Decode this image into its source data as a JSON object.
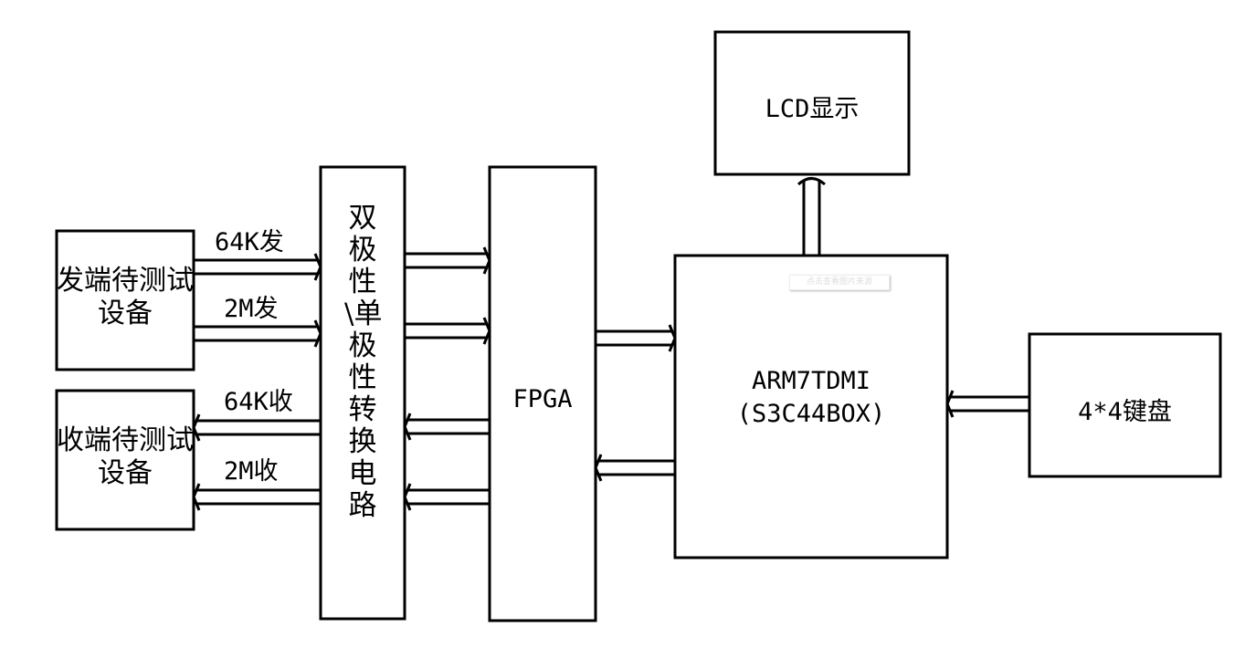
{
  "blocks": {
    "tx_device": "发端待测试设备",
    "rx_device": "收端待测试设备",
    "converter": "双极性\\单极性转换电路",
    "fpga": "FPGA",
    "arm_line1": "ARM7TDMI",
    "arm_line2": "(S3C44BOX)",
    "lcd": "LCD显示",
    "keyboard": "4*4键盘"
  },
  "signals": {
    "tx_64k": "64K发",
    "tx_2m": "2M发",
    "rx_64k": "64K收",
    "rx_2m": "2M收"
  },
  "watermark": "点击查看图片来源"
}
